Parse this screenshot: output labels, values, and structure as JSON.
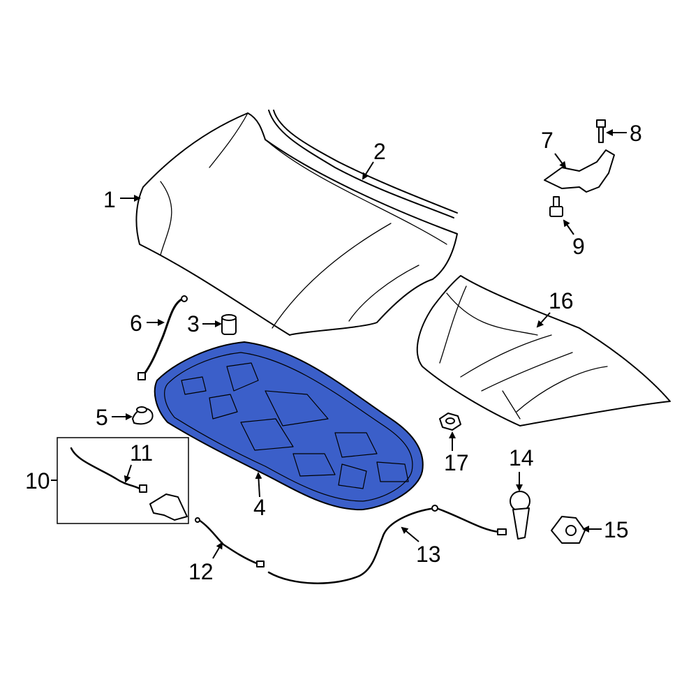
{
  "colors": {
    "highlight": "#3b5fc9",
    "line": "#000000"
  },
  "callouts": {
    "p1": "1",
    "p2": "2",
    "p3": "3",
    "p4": "4",
    "p5": "5",
    "p6": "6",
    "p7": "7",
    "p8": "8",
    "p9": "9",
    "p10": "10",
    "p11": "11",
    "p12": "12",
    "p13": "13",
    "p14": "14",
    "p15": "15",
    "p16": "16",
    "p17": "17"
  }
}
